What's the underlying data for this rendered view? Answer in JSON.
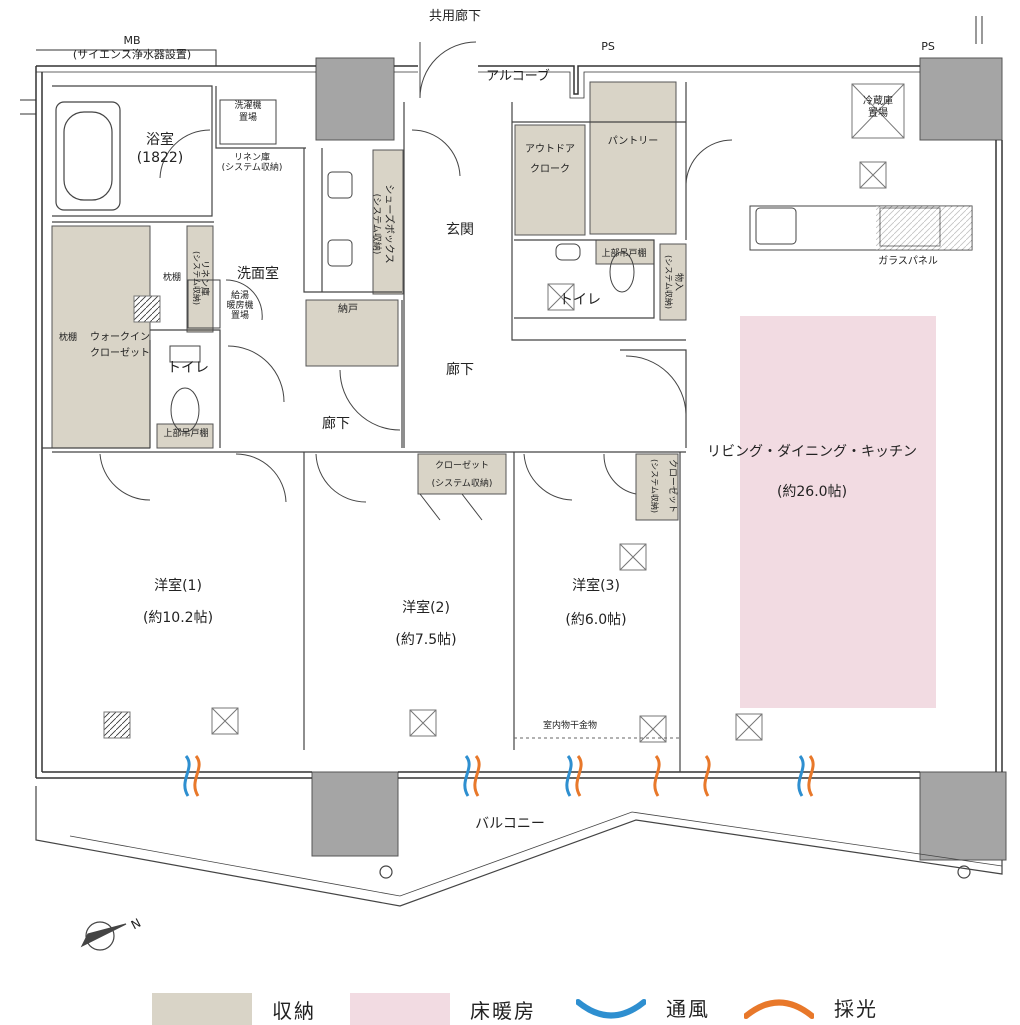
{
  "labels": {
    "common_corridor": "共用廊下",
    "mb": "MB",
    "mb_note": "(サイエンス浄水器設置)",
    "ps1": "PS",
    "ps2": "PS",
    "alcove": "アルコーブ",
    "bath": "浴室",
    "bath_size": "(1822)",
    "washer": "洗濯機",
    "washer2": "置場",
    "linen": "リネン庫",
    "linen_sys": "(システム収納)",
    "shoebox": "シューズボックス",
    "shoebox_sys": "(システム収納)",
    "entrance": "玄関",
    "outdoor": "アウトドア",
    "outdoor2": "クローク",
    "pantry": "パントリー",
    "fridge": "冷蔵庫",
    "fridge2": "置場",
    "glass_panel": "ガラスパネル",
    "washroom": "洗面室",
    "linen2": "リネン庫",
    "linen2_sys": "(システム収納)",
    "pillow_shelf1": "枕棚",
    "pillow_shelf2": "枕棚",
    "dryer": "給湯",
    "dryer2": "暖房機",
    "dryer3": "置場",
    "walkin": "ウォークイン",
    "walkin2": "クローゼット",
    "nando": "納戸",
    "toilet1": "トイレ",
    "toilet2": "トイレ",
    "upper_shelf1": "上部吊戸棚",
    "upper_shelf2": "上部吊戸棚",
    "storage_sys": "物入",
    "storage_sys2": "(システム収納)",
    "hallway1": "廊下",
    "hallway2": "廊下",
    "closet_sys": "クローゼット",
    "closet_sys2": "(システム収納)",
    "closet3": "クローゼット",
    "closet3_sys": "(システム収納)",
    "ldk": "リビング・ダイニング・キッチン",
    "ldk_size": "(約26.0帖)",
    "room1": "洋室(1)",
    "room1_size": "(約10.2帖)",
    "room2": "洋室(2)",
    "room2_size": "(約7.5帖)",
    "room3": "洋室(3)",
    "room3_size": "(約6.0帖)",
    "drying": "室内物干金物",
    "balcony": "バルコニー",
    "north": "N"
  },
  "legend": {
    "storage": "収納",
    "floor_heating": "床暖房",
    "ventilation": "通風",
    "lighting": "採光"
  },
  "colors": {
    "storage": "#d9d4c7",
    "floor_heating": "#f2dbe2",
    "ventilation": "#2e8fd0",
    "lighting": "#e8782a",
    "column": "#a5a5a5",
    "wall": "#333333"
  }
}
